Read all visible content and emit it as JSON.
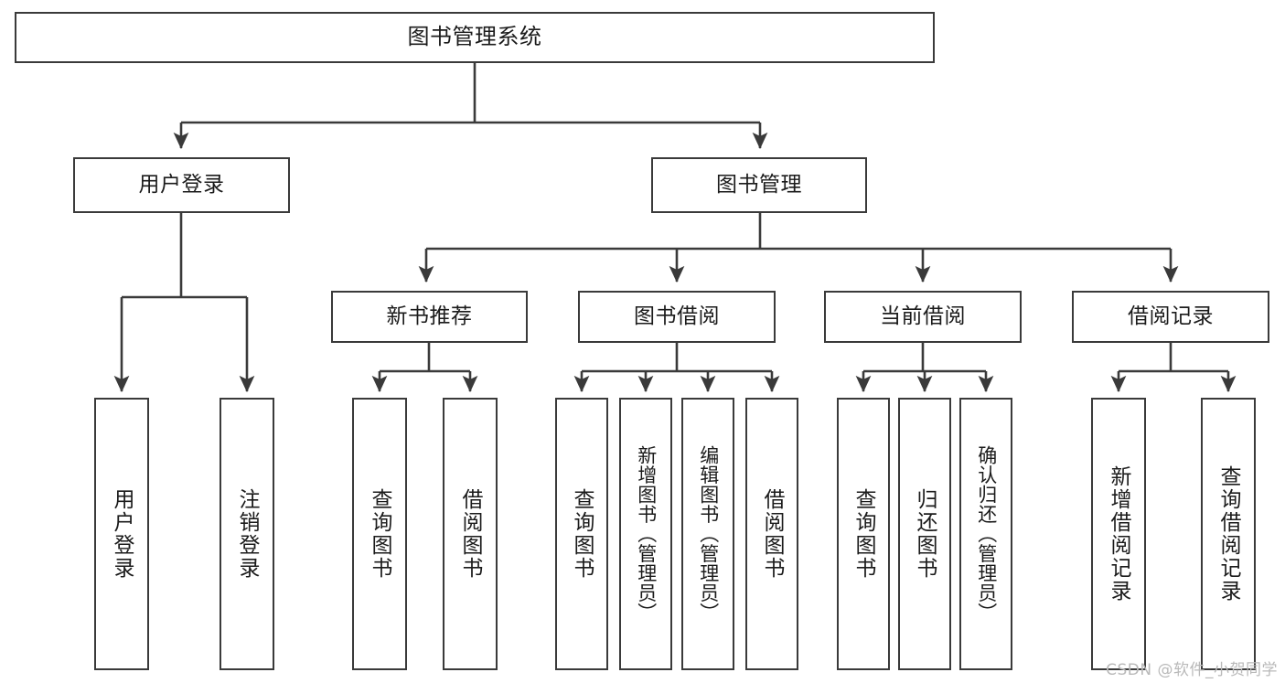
{
  "diagram": {
    "title": "图书管理系统",
    "type": "tree",
    "watermark": "CSDN @软件_小贺同学",
    "colors": {
      "box_border": "#3a3a3a",
      "box_fill": "#ffffff",
      "edge": "#3a3a3a",
      "text": "#1b1b1b",
      "watermark": "#b9b9b9",
      "background": "#ffffff"
    },
    "nodes": {
      "root": {
        "label": "图书管理系统"
      },
      "level2": [
        {
          "id": "user-login",
          "label": "用户登录"
        },
        {
          "id": "book-manage",
          "label": "图书管理"
        }
      ],
      "level3": [
        {
          "id": "new-book-recommend",
          "label": "新书推荐"
        },
        {
          "id": "book-borrow",
          "label": "图书借阅"
        },
        {
          "id": "current-borrow",
          "label": "当前借阅"
        },
        {
          "id": "borrow-record",
          "label": "借阅记录"
        }
      ],
      "leaves": {
        "user_login": [
          {
            "id": "leaf-user-login",
            "label": "用户登录"
          },
          {
            "id": "leaf-user-logout",
            "label": "注销登录"
          }
        ],
        "new_book_recommend": [
          {
            "id": "leaf-query-book-1",
            "label": "查询图书"
          },
          {
            "id": "leaf-borrow-book-1",
            "label": "借阅图书"
          }
        ],
        "book_borrow": [
          {
            "id": "leaf-query-book-2",
            "label": "查询图书"
          },
          {
            "id": "leaf-add-book",
            "label": "新增图书（管理员）"
          },
          {
            "id": "leaf-edit-book",
            "label": "编辑图书（管理员）"
          },
          {
            "id": "leaf-borrow-book-2",
            "label": "借阅图书"
          }
        ],
        "current_borrow": [
          {
            "id": "leaf-query-book-3",
            "label": "查询图书"
          },
          {
            "id": "leaf-return-book",
            "label": "归还图书"
          },
          {
            "id": "leaf-confirm-return",
            "label": "确认归还（管理员）"
          }
        ],
        "borrow_record": [
          {
            "id": "leaf-add-record",
            "label": "新增借阅记录"
          },
          {
            "id": "leaf-query-record",
            "label": "查询借阅记录"
          }
        ]
      }
    }
  }
}
